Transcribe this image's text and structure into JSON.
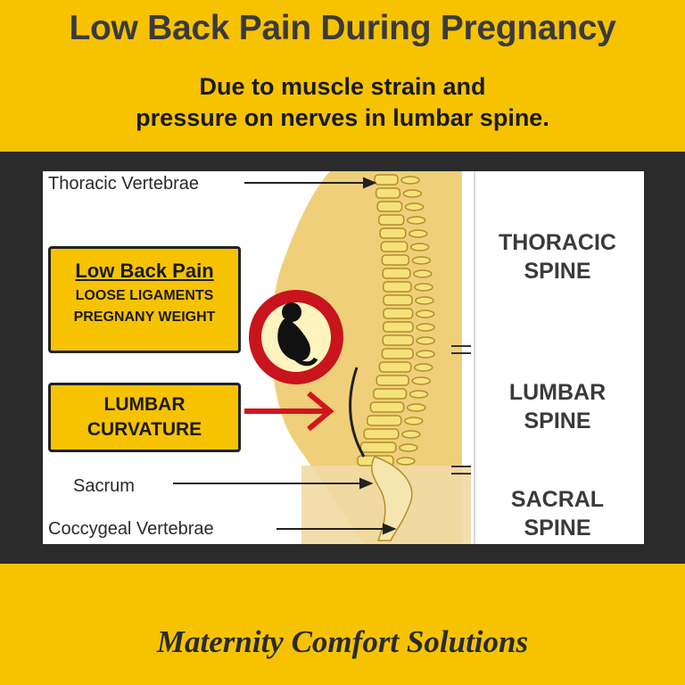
{
  "header": {
    "title": "Low Back Pain During Pregnancy",
    "subtitle_line1": "Due to muscle strain and",
    "subtitle_line2": "pressure on nerves in lumbar spine."
  },
  "diagram": {
    "labels": {
      "thoracic_vertebrae": "Thoracic Vertebrae",
      "sacrum": "Sacrum",
      "coccygeal_vertebrae": "Coccygeal Vertebrae"
    },
    "regions": {
      "thoracic_line1": "THORACIC",
      "thoracic_line2": "SPINE",
      "lumbar_line1": "LUMBAR",
      "lumbar_line2": "SPINE",
      "sacral_line1": "SACRAL",
      "sacral_line2": "SPINE"
    },
    "pain_box": {
      "heading": "Low Back Pain",
      "line1": "LOOSE LIGAMENTS",
      "line2": "PREGNANY WEIGHT"
    },
    "curvature_box": {
      "line1": "LUMBAR",
      "line2": "CURVATURE"
    },
    "icons": [
      "fetus-icon",
      "spine-illustration",
      "arrow-icon"
    ]
  },
  "footer": {
    "brand": "Maternity Comfort Solutions"
  },
  "colors": {
    "brand_yellow": "#f7c300",
    "dark_band": "#2b2b2b",
    "ring_red": "#c8141c",
    "body_tan": "#efcf7a",
    "vertebra": "#f5e27a"
  }
}
